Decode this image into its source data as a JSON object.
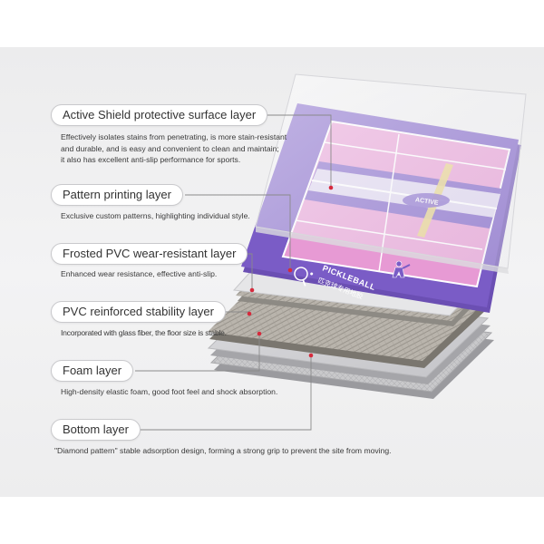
{
  "layers": [
    {
      "title": "Active Shield protective surface layer",
      "description_lines": [
        "Effectively isolates stains from penetrating, is more stain-resistant",
        "and durable, and is easy and convenient to clean and maintain;",
        "it also has excellent anti-slip performance for sports."
      ]
    },
    {
      "title": "Pattern printing layer",
      "description_lines": [
        "Exclusive custom patterns, highlighting individual style."
      ]
    },
    {
      "title": "Frosted PVC wear-resistant layer",
      "description_lines": [
        "Enhanced wear resistance, effective anti-slip."
      ]
    },
    {
      "title": "PVC reinforced stability layer",
      "description_lines": [
        "Incorporated with glass fiber, the floor size is stable."
      ]
    },
    {
      "title": "Foam layer",
      "description_lines": [
        "High-density elastic foam, good foot feel and shock absorption."
      ]
    },
    {
      "title": "Bottom layer",
      "description_lines": [
        "\"Diamond pattern\" stable adsorption design, forming a strong grip to prevent the site from moving."
      ]
    }
  ],
  "court_print": {
    "brand_text": "PICKLEBALL",
    "subtitle_text": "匹克球专用地胶"
  },
  "colors": {
    "court_purple": "#7a5cc6",
    "court_pink": "#e79ad4",
    "leader_line": "#8a8a8a",
    "pointer_dot": "#d62a3c"
  }
}
